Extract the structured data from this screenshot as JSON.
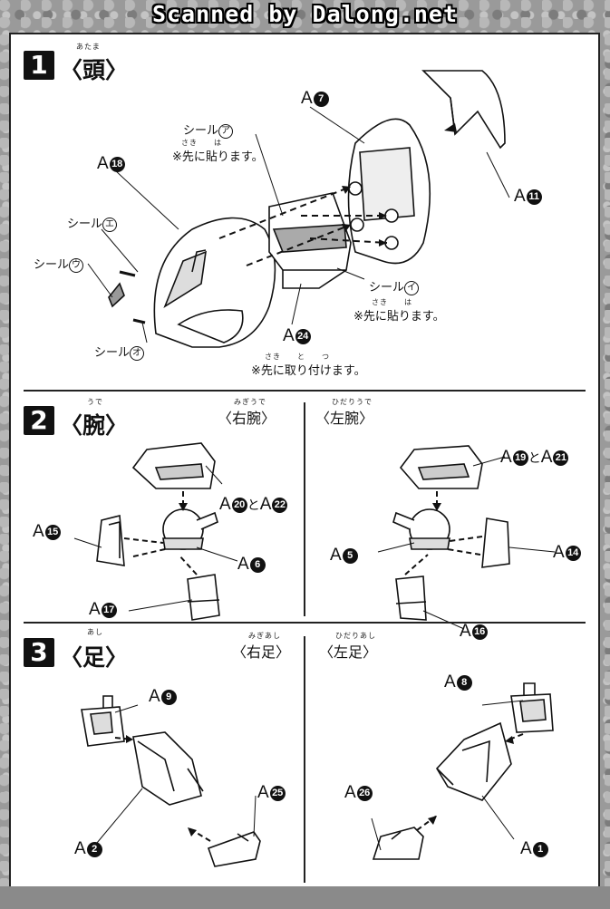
{
  "watermark": "Scanned by Dalong.net",
  "steps": [
    {
      "number": "1",
      "title": "〈頭〉",
      "ruby": "あたま",
      "labels": {
        "a7": "A",
        "a7_n": "7",
        "a18": "A",
        "a18_n": "18",
        "a11": "A",
        "a11_n": "11",
        "a24": "A",
        "a24_n": "24",
        "seal_a": "シール",
        "seal_a_mark": "ア",
        "seal_e": "シール",
        "seal_e_mark": "エ",
        "seal_u": "シール",
        "seal_u_mark": "ウ",
        "seal_i": "シール",
        "seal_i_mark": "イ",
        "seal_o": "シール",
        "seal_o_mark": "オ"
      },
      "notes": {
        "note_a_ruby": "さき　　は",
        "note_a": "※先に貼ります。",
        "note_i_ruby": "さき　　は",
        "note_i": "※先に貼ります。",
        "note_24_ruby": "さき　　と　　つ",
        "note_24": "※先に取り付けます。"
      }
    },
    {
      "number": "2",
      "title": "〈腕〉",
      "ruby": "うで",
      "right_side": "〈右腕〉",
      "right_ruby": "みぎうで",
      "left_side": "〈左腕〉",
      "left_ruby": "ひだりうで",
      "labels": {
        "r_top": "A",
        "r_top_n1": "20",
        "r_and": "と",
        "r_top2": "A",
        "r_top_n2": "22",
        "r_left": "A",
        "r_left_n": "15",
        "r_mid": "A",
        "r_mid_n": "6",
        "r_bot": "A",
        "r_bot_n": "17",
        "l_top": "A",
        "l_top_n1": "19",
        "l_and": "と",
        "l_top2": "A",
        "l_top_n2": "21",
        "l_mid": "A",
        "l_mid_n": "5",
        "l_right": "A",
        "l_right_n": "14",
        "l_bot": "A",
        "l_bot_n": "16"
      }
    },
    {
      "number": "3",
      "title": "〈足〉",
      "ruby": "あし",
      "right_side": "〈右足〉",
      "right_ruby": "みぎあし",
      "left_side": "〈左足〉",
      "left_ruby": "ひだりあし",
      "labels": {
        "r_top": "A",
        "r_top_n": "9",
        "r_toe": "A",
        "r_toe_n": "25",
        "r_main": "A",
        "r_main_n": "2",
        "l_top": "A",
        "l_top_n": "8",
        "l_toe": "A",
        "l_toe_n": "26",
        "l_main": "A",
        "l_main_n": "1"
      }
    }
  ]
}
